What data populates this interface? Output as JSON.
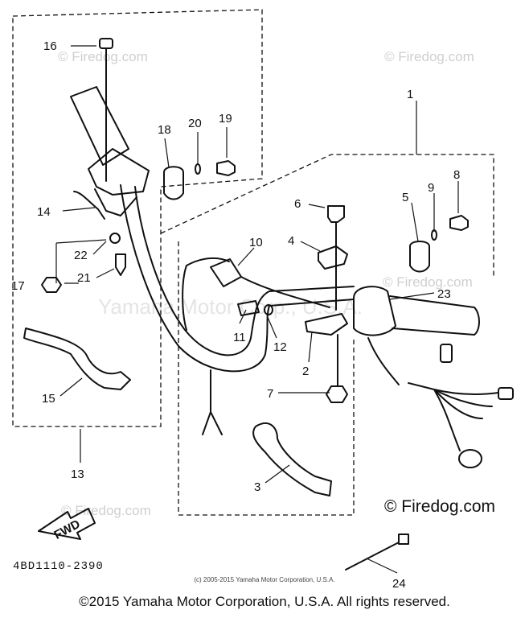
{
  "watermarks": {
    "w1": "© Firedog.com",
    "w2": "© Firedog.com",
    "w3": "© Firedog.com",
    "w4": "© Firedog.com",
    "center": "Yamaha Motor Corp., U.S.A."
  },
  "brand_mark": "© Firedog.com",
  "part_code": "4BD1110-2390",
  "small_copyright": "(c) 2005-2015 Yamaha Motor Corporation, U.S.A.",
  "copyright": "©2015 Yamaha Motor Corporation, U.S.A. All rights reserved.",
  "fwd_label": "FWD",
  "callouts": {
    "c1": "1",
    "c2": "2",
    "c3": "3",
    "c4": "4",
    "c5": "5",
    "c6": "6",
    "c7": "7",
    "c8": "8",
    "c9": "9",
    "c10": "10",
    "c11": "11",
    "c12": "12",
    "c13": "13",
    "c14": "14",
    "c15": "15",
    "c16": "16",
    "c17": "17",
    "c18": "18",
    "c19": "19",
    "c20": "20",
    "c21": "21",
    "c22": "22",
    "c23": "23",
    "c24": "24"
  }
}
